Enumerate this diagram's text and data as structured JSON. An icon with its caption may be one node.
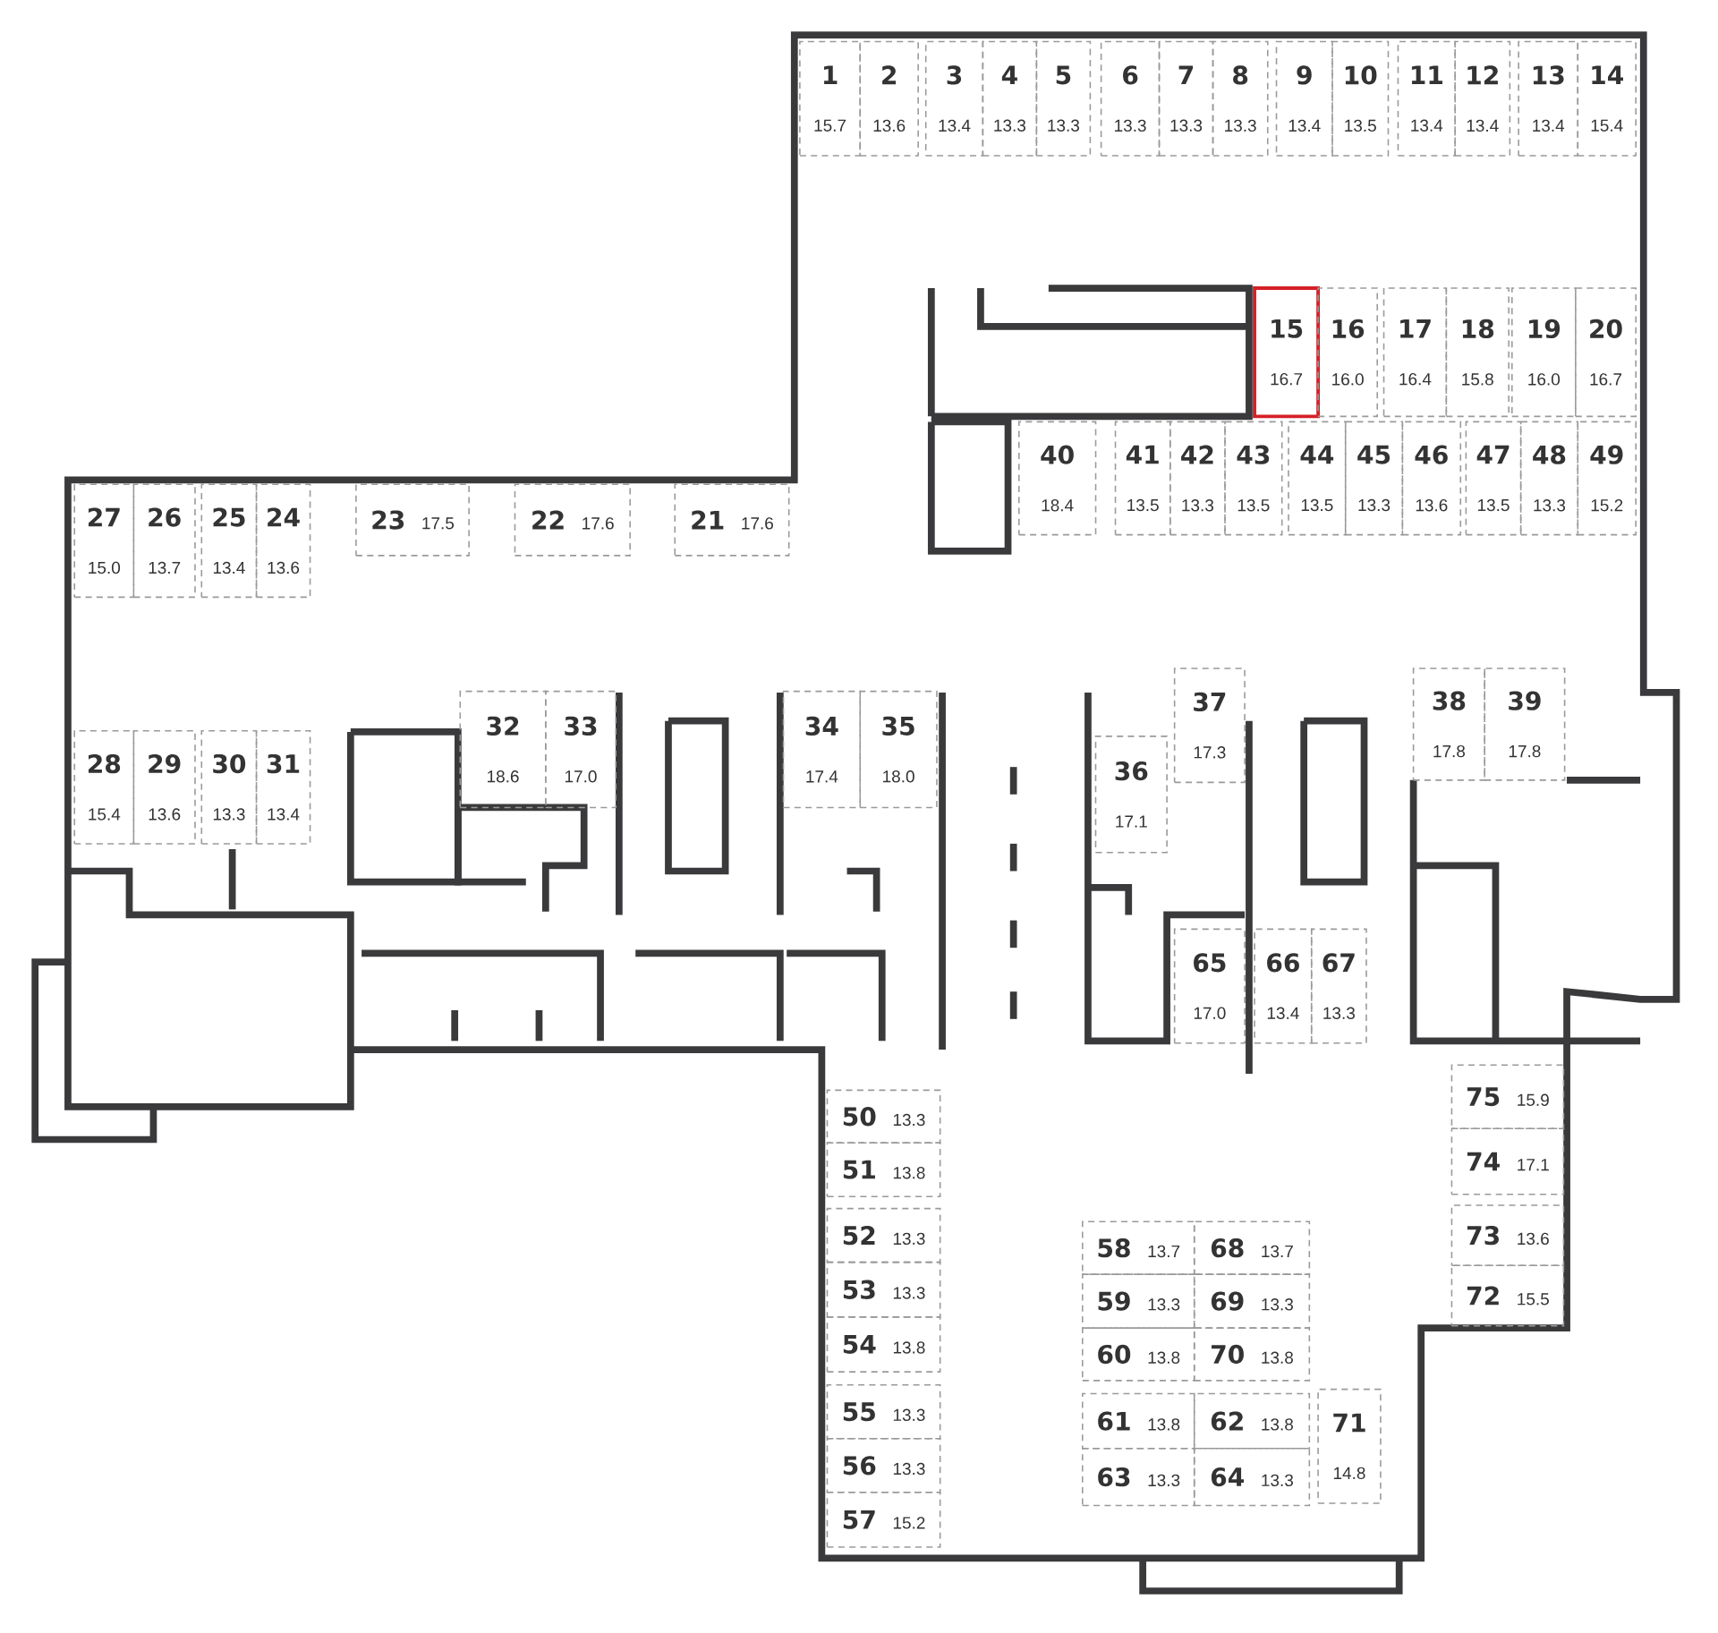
{
  "diagram": {
    "nodes": [
      {
        "text": [
          "1",
          "15.7"
        ]
      },
      {
        "text": [
          "2",
          "13.6"
        ]
      },
      {
        "text": [
          "3",
          "13.4"
        ]
      },
      {
        "text": [
          "4",
          "13.3"
        ]
      },
      {
        "text": [
          "5",
          "13.3"
        ]
      },
      {
        "text": [
          "6",
          "13.3"
        ]
      },
      {
        "text": [
          "7",
          "13.3"
        ]
      },
      {
        "text": [
          "8",
          "13.3"
        ]
      },
      {
        "text": [
          "9",
          "13.4"
        ]
      },
      {
        "text": [
          "10",
          "13.5"
        ]
      },
      {
        "text": [
          "11",
          "13.4"
        ]
      },
      {
        "text": [
          "12",
          "13.4"
        ]
      },
      {
        "text": [
          "13",
          "13.4"
        ]
      },
      {
        "text": [
          "14",
          "15.4"
        ]
      },
      {
        "text": [
          "15",
          "16.7"
        ]
      },
      {
        "text": [
          "16",
          "16.0"
        ]
      },
      {
        "text": [
          "17",
          "16.4"
        ]
      },
      {
        "text": [
          "18",
          "15.8"
        ]
      },
      {
        "text": [
          "19",
          "16.0"
        ]
      },
      {
        "text": [
          "20",
          "16.7"
        ]
      },
      {
        "text": [
          "21",
          "17.6"
        ]
      },
      {
        "text": [
          "22",
          "17.6"
        ]
      },
      {
        "text": [
          "23",
          "17.5"
        ]
      },
      {
        "text": [
          "24",
          "13.6"
        ]
      },
      {
        "text": [
          "25",
          "13.4"
        ]
      },
      {
        "text": [
          "26",
          "13.7"
        ]
      },
      {
        "text": [
          "27",
          "15.0"
        ]
      },
      {
        "text": [
          "28",
          "15.4"
        ]
      },
      {
        "text": [
          "29",
          "13.6"
        ]
      },
      {
        "text": [
          "30",
          "13.3"
        ]
      },
      {
        "text": [
          "31",
          "13.4"
        ]
      },
      {
        "text": [
          "32",
          "18.6"
        ]
      },
      {
        "text": [
          "33",
          "17.0"
        ]
      },
      {
        "text": [
          "34",
          "17.4"
        ]
      },
      {
        "text": [
          "35",
          "18.0"
        ]
      },
      {
        "text": [
          "36",
          "17.1"
        ]
      },
      {
        "text": [
          "37",
          "17.3"
        ]
      },
      {
        "text": [
          "38",
          "17.8"
        ]
      },
      {
        "text": [
          "39",
          "17.8"
        ]
      },
      {
        "text": [
          "40",
          "18.4"
        ]
      },
      {
        "text": [
          "41",
          "13.5"
        ]
      },
      {
        "text": [
          "42",
          "13.3"
        ]
      },
      {
        "text": [
          "43",
          "13.5"
        ]
      },
      {
        "text": [
          "44",
          "13.5"
        ]
      },
      {
        "text": [
          "45",
          "13.3"
        ]
      },
      {
        "text": [
          "46",
          "13.6"
        ]
      },
      {
        "text": [
          "47",
          "13.5"
        ]
      },
      {
        "text": [
          "48",
          "13.3"
        ]
      },
      {
        "text": [
          "49",
          "15.2"
        ]
      },
      {
        "text": [
          "50",
          "13.3"
        ]
      },
      {
        "text": [
          "51",
          "13.8"
        ]
      },
      {
        "text": [
          "52",
          "13.3"
        ]
      },
      {
        "text": [
          "53",
          "13.3"
        ]
      },
      {
        "text": [
          "54",
          "13.8"
        ]
      },
      {
        "text": [
          "55",
          "13.3"
        ]
      },
      {
        "text": [
          "56",
          "13.3"
        ]
      },
      {
        "text": [
          "57",
          "15.2"
        ]
      },
      {
        "text": [
          "58",
          "13.7"
        ]
      },
      {
        "text": [
          "59",
          "13.3"
        ]
      },
      {
        "text": [
          "60",
          "13.8"
        ]
      },
      {
        "text": [
          "61",
          "13.8"
        ]
      },
      {
        "text": [
          "62",
          "13.8"
        ]
      },
      {
        "text": [
          "63",
          "13.3"
        ]
      },
      {
        "text": [
          "64",
          "13.3"
        ]
      },
      {
        "text": [
          "65",
          "17.0"
        ]
      },
      {
        "text": [
          "66",
          "13.4"
        ]
      },
      {
        "text": [
          "67",
          "13.3"
        ]
      },
      {
        "text": [
          "68",
          "13.7"
        ]
      },
      {
        "text": [
          "69",
          "13.3"
        ]
      },
      {
        "text": [
          "70",
          "13.8"
        ]
      },
      {
        "text": [
          "71",
          "14.8"
        ]
      },
      {
        "text": [
          "72",
          "15.5"
        ]
      },
      {
        "text": [
          "73",
          "13.6"
        ]
      },
      {
        "text": [
          "74",
          "17.1"
        ]
      },
      {
        "text": [
          "75",
          "15.9"
        ]
      }
    ]
  }
}
